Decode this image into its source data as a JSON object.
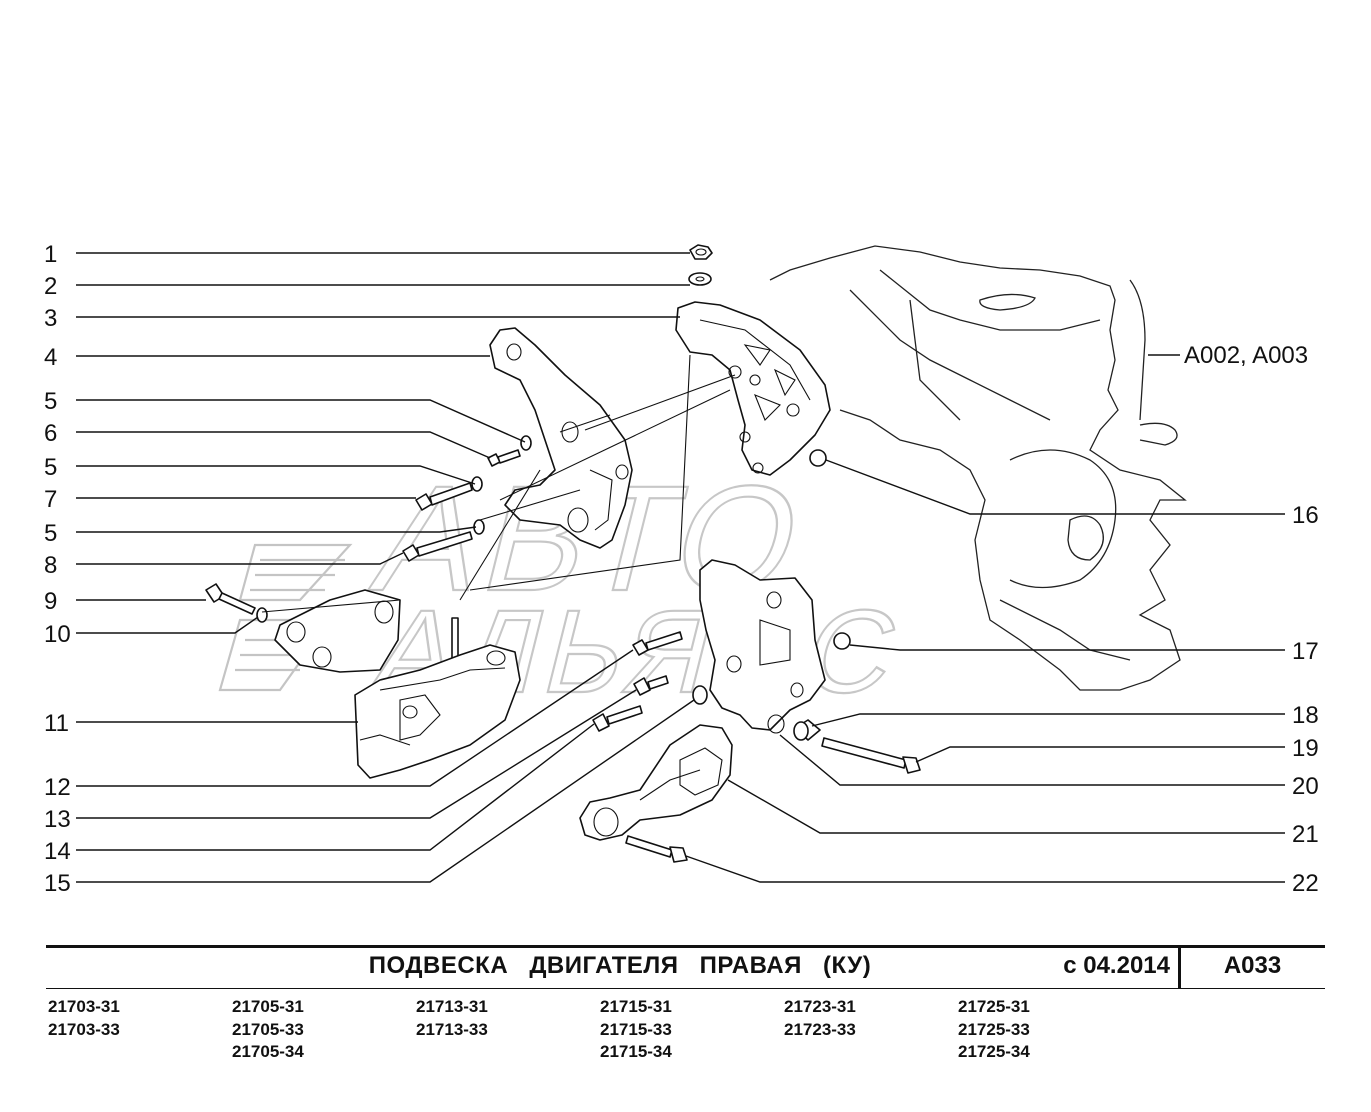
{
  "callouts_left": [
    "1",
    "2",
    "3",
    "4",
    "5",
    "6",
    "5",
    "7",
    "5",
    "8",
    "9",
    "10",
    "11",
    "12",
    "13",
    "14",
    "15"
  ],
  "callouts_right": [
    "16",
    "17",
    "18",
    "19",
    "20",
    "21",
    "22"
  ],
  "reference": "A002, A003",
  "watermark": {
    "line1": "АВТО",
    "line2": "АЛЬЯНС"
  },
  "title_block": {
    "title": "ПОДВЕСКА ДВИГАТЕЛЯ ПРАВАЯ (КУ)",
    "date": "с 04.2014",
    "code": "A033"
  },
  "models": [
    [
      "21703-31",
      "21703-33"
    ],
    [
      "21705-31",
      "21705-33",
      "21705-34"
    ],
    [
      "21713-31",
      "21713-33"
    ],
    [
      "21715-31",
      "21715-33",
      "21715-34"
    ],
    [
      "21723-31",
      "21723-33"
    ],
    [
      "21725-31",
      "21725-33",
      "21725-34"
    ]
  ]
}
